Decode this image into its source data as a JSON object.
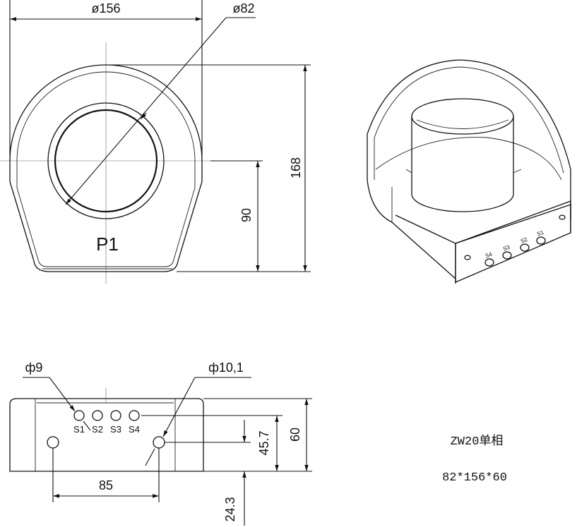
{
  "front_view": {
    "outer_diameter": "ø156",
    "inner_diameter": "ø82",
    "height": "168",
    "center_height": "90",
    "label": "P1"
  },
  "bottom_view": {
    "small_hole": "ф9",
    "mount_hole": "ф10,1",
    "terminals": [
      "S1",
      "S2",
      "S3",
      "S4"
    ],
    "hole_spacing": "85",
    "height": "60",
    "terminal_height": "45.7",
    "mount_hole_height": "24.3"
  },
  "model": {
    "name": "ZW20单相",
    "dimensions": "82*156*60"
  },
  "iso_terminal_labels": [
    "S4",
    "S3",
    "S2",
    "S1"
  ]
}
